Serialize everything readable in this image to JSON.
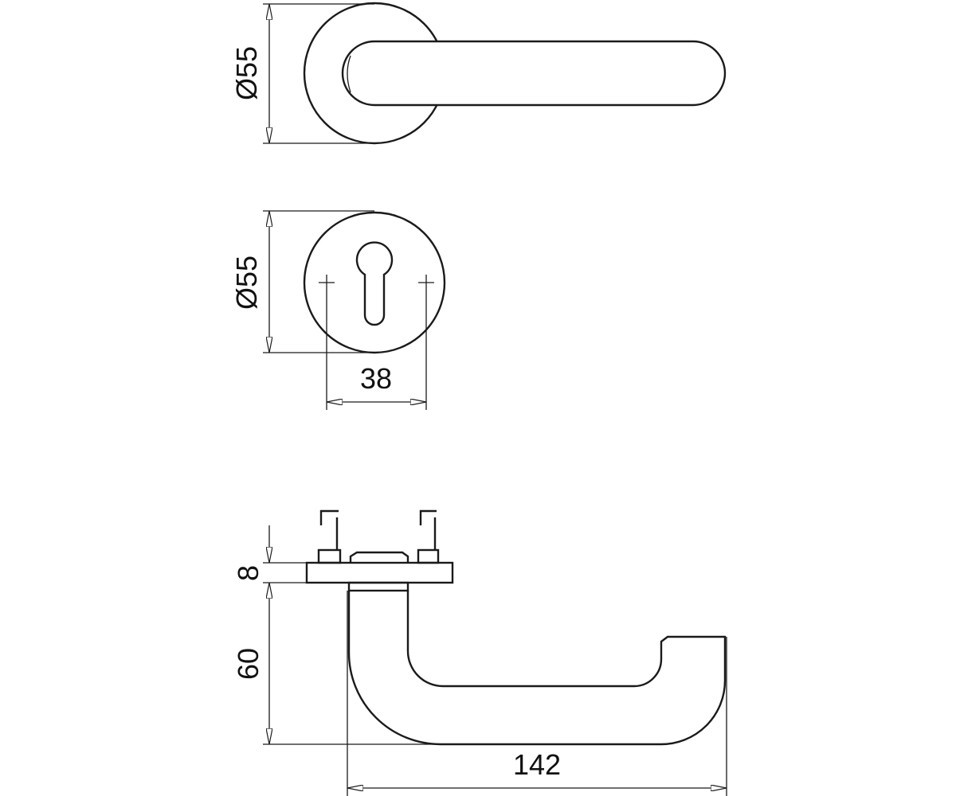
{
  "drawing": {
    "top_view": {
      "dimension_diameter": "Ø55"
    },
    "keyhole_view": {
      "dimension_diameter": "Ø55",
      "dimension_spacing": "38"
    },
    "side_view": {
      "dimension_plate": "8",
      "dimension_height": "60",
      "dimension_length": "142"
    }
  }
}
